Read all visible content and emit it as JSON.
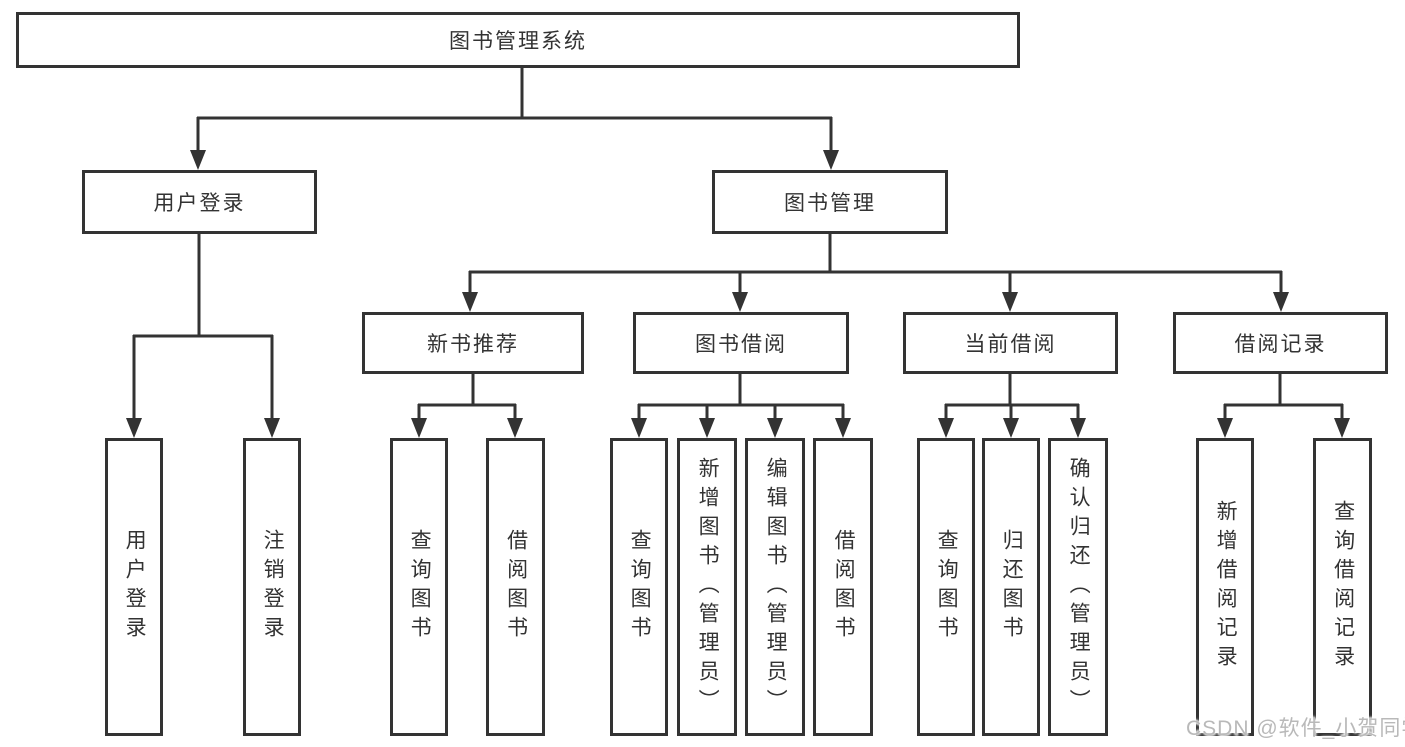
{
  "colors": {
    "line": "#333333",
    "text": "#333333",
    "background": "#ffffff",
    "watermark": "#b9b9b9"
  },
  "watermark": "CSDN @软件_小贺同学",
  "tree": {
    "root": {
      "label": "图书管理系统"
    },
    "branches": [
      {
        "label": "用户登录",
        "children": [
          {
            "label": "用户登录"
          },
          {
            "label": "注销登录"
          }
        ]
      },
      {
        "label": "图书管理",
        "children": [
          {
            "label": "新书推荐",
            "children": [
              {
                "label": "查询图书"
              },
              {
                "label": "借阅图书"
              }
            ]
          },
          {
            "label": "图书借阅",
            "children": [
              {
                "label": "查询图书"
              },
              {
                "label": "新增图书（管理员）"
              },
              {
                "label": "编辑图书（管理员）"
              },
              {
                "label": "借阅图书"
              }
            ]
          },
          {
            "label": "当前借阅",
            "children": [
              {
                "label": "查询图书"
              },
              {
                "label": "归还图书"
              },
              {
                "label": "确认归还（管理员）"
              }
            ]
          },
          {
            "label": "借阅记录",
            "children": [
              {
                "label": "新增借阅记录"
              },
              {
                "label": "查询借阅记录"
              }
            ]
          }
        ]
      }
    ]
  }
}
